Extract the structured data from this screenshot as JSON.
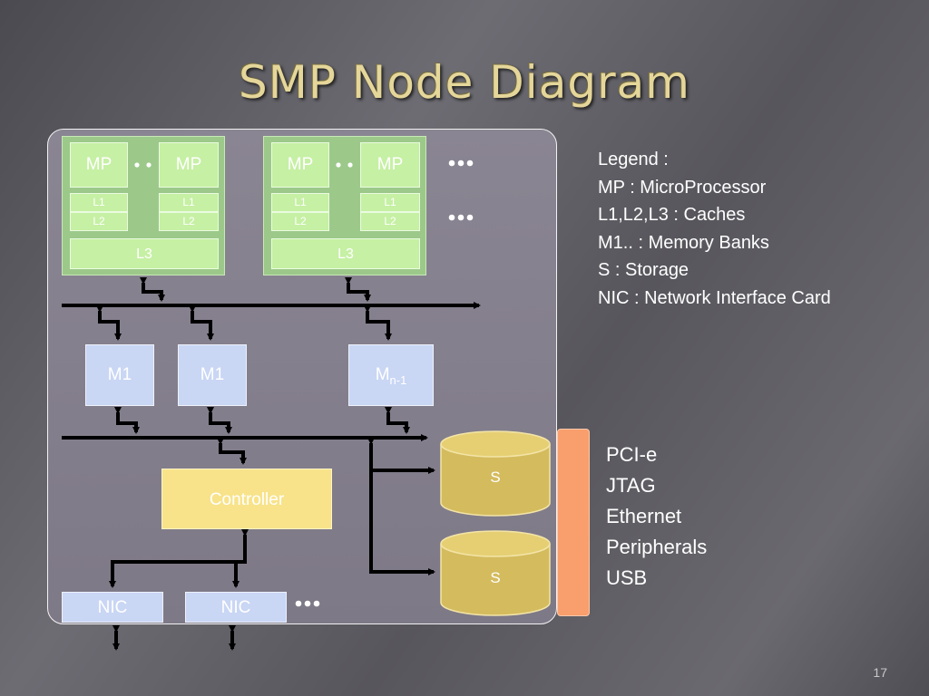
{
  "title": "SMP Node Diagram",
  "processors": {
    "mp_label": "MP",
    "l1_label": "L1",
    "l2_label": "L2",
    "l3_label": "L3"
  },
  "memory": {
    "bank_label": "M1",
    "last_bank_main": "M",
    "last_bank_sub": "n-1"
  },
  "controller_label": "Controller",
  "nic_label": "NIC",
  "storage_label": "S",
  "legend": {
    "heading": "Legend :",
    "items": [
      "MP : MicroProcessor",
      "L1,L2,L3 : Caches",
      "M1.. : Memory Banks",
      "S : Storage",
      "NIC : Network Interface Card"
    ]
  },
  "interfaces": [
    "PCI-e",
    "JTAG",
    "Ethernet",
    "Peripherals",
    "USB"
  ],
  "page_number": "17",
  "colors": {
    "title": "#e5d69a",
    "processor": "#c6f0a4",
    "memory": "#c9d6f4",
    "controller": "#f8e38a",
    "storage": "#d4bb5e",
    "interface_bar": "#f99e6d"
  }
}
